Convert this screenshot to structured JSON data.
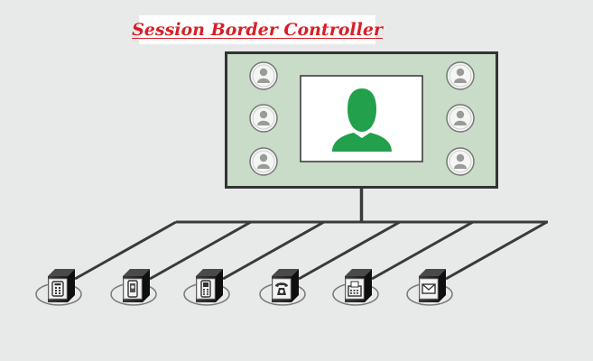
{
  "title": "Session Border Controller",
  "colors": {
    "title": "#d81f26",
    "background": "#e7eae9",
    "frame": "#333333",
    "screen_bg": "#c8dcc7",
    "primary_avatar": "#22a04b",
    "participant_avatar": "#9a9a9a",
    "network_line": "#3a3a3a"
  },
  "conference_screen": {
    "primary_participant_icon": "user-silhouette-icon",
    "participants": [
      "user-icon",
      "user-icon",
      "user-icon",
      "user-icon",
      "user-icon",
      "user-icon"
    ]
  },
  "endpoints": [
    {
      "name": "sip-phone",
      "icon": "keypad-phone-icon"
    },
    {
      "name": "smartphone",
      "icon": "smartphone-icon"
    },
    {
      "name": "mobile-phone",
      "icon": "mobile-phone-icon"
    },
    {
      "name": "desk-phone",
      "icon": "telephone-icon"
    },
    {
      "name": "fax",
      "icon": "fax-icon"
    },
    {
      "name": "email",
      "icon": "envelope-icon"
    }
  ]
}
